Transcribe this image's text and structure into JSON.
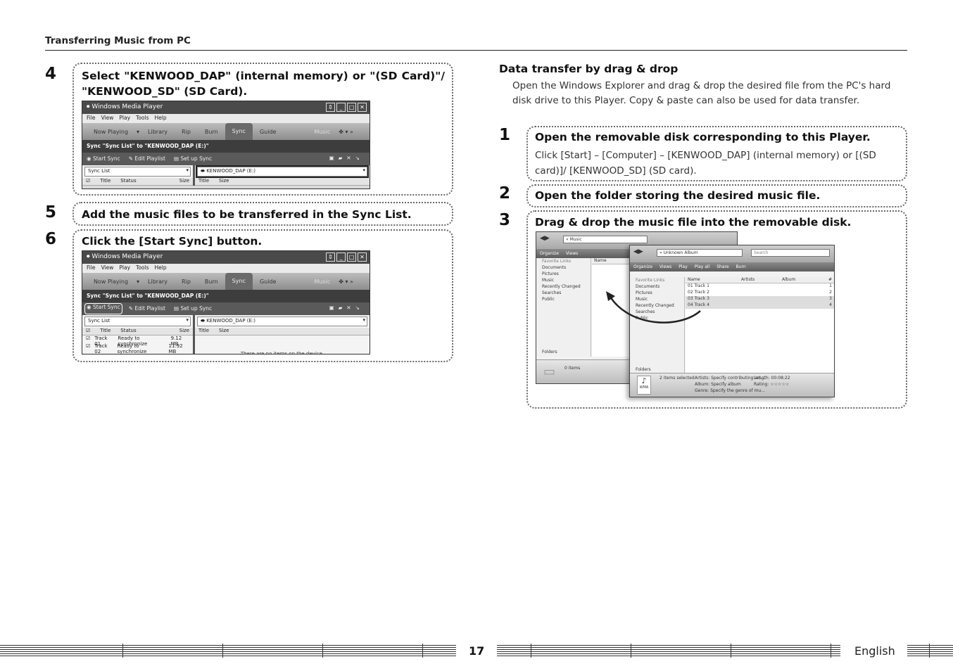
{
  "header": {
    "title": "Transferring Music from PC"
  },
  "left_steps": [
    {
      "number": "4",
      "title": "Select \"KENWOOD_DAP\" (internal memory) or \"(SD Card)\"/ \"KENWOOD_SD\" (SD Card)."
    },
    {
      "number": "5",
      "title": "Add the music files to be transferred in the Sync List."
    },
    {
      "number": "6",
      "title": "Click the [Start Sync] button."
    }
  ],
  "wmp": {
    "title": "Windows Media Player",
    "menu": [
      "File",
      "View",
      "Play",
      "Tools",
      "Help"
    ],
    "tabs": [
      "Now Playing",
      "Library",
      "Rip",
      "Burn",
      "Sync",
      "Guide",
      "Music"
    ],
    "sync_header": "Sync \"Sync List\" to \"KENWOOD_DAP (E:)\"",
    "toolbar": [
      "Start Sync",
      "Edit Playlist",
      "Set up Sync"
    ],
    "left_combo": "Sync List",
    "right_combo": "KENWOOD_DAP (E:)",
    "left_columns": [
      "Title",
      "Status",
      "Size"
    ],
    "right_columns": [
      "Title",
      "Size"
    ],
    "tracks": [
      {
        "title": "Track 01",
        "status": "Ready to synchronize",
        "size": "9.12 MB"
      },
      {
        "title": "Track 02",
        "status": "Ready to synchronize",
        "size": "11.92 MB"
      }
    ],
    "empty_text": "There are no items on the device."
  },
  "right_section": {
    "title": "Data transfer by drag & drop",
    "body": "Open the Windows Explorer and drag & drop the desired file from the PC's hard disk drive to this Player. Copy & paste can also be used for data transfer."
  },
  "right_steps": [
    {
      "number": "1",
      "title": "Open the removable disk corresponding to this Player.",
      "body": "Click [Start] – [Computer] – [KENWOOD_DAP] (internal memory) or [(SD card)]/ [KENWOOD_SD] (SD card)."
    },
    {
      "number": "2",
      "title": "Open the folder storing the desired music file."
    },
    {
      "number": "3",
      "title": "Drag & drop the music file into the removable disk."
    }
  ],
  "explorer": {
    "back_address": "« Music",
    "back_cmd": [
      "Organize",
      "Views"
    ],
    "back_column": "Name",
    "back_folders": "Folders",
    "back_status": "0 items",
    "nav_header": "Favorite Links",
    "nav_items": [
      "Documents",
      "Pictures",
      "Music",
      "Recently Changed",
      "Searches",
      "Public"
    ],
    "front_address": "« Unknown Album",
    "search_placeholder": "Search",
    "front_cmd": [
      "Organize",
      "Views",
      "Play",
      "Play all",
      "Share",
      "Burn"
    ],
    "columns": [
      "Name",
      "Artists",
      "Album",
      "#"
    ],
    "files": [
      {
        "name": "01 Track 1",
        "num": "1"
      },
      {
        "name": "02 Track 2",
        "num": "2"
      },
      {
        "name": "03 Track 3",
        "num": "3"
      },
      {
        "name": "04 Track 4",
        "num": "4"
      }
    ],
    "front_folders": "Folders",
    "status_selected": "2 items selected",
    "status_artists": "Artists: Specify contributing art...",
    "status_length": "Length: 00:08:22",
    "status_album": "Album: Specify album",
    "status_rating": "Rating: ☆☆☆☆☆",
    "status_genre": "Genre: Specify the genre of mu...",
    "file_type": "WMA"
  },
  "footer": {
    "page_number": "17",
    "language": "English"
  }
}
